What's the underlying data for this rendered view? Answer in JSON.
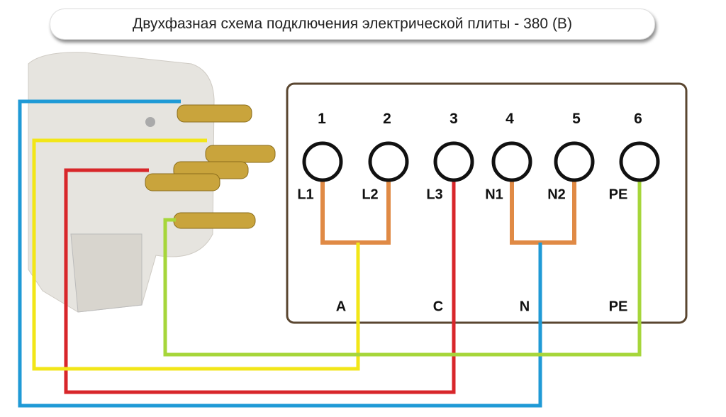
{
  "title": "Двухфазная схема подключения электрической плиты - 380 (В)",
  "terminals": [
    {
      "number": "1",
      "label": "L1"
    },
    {
      "number": "2",
      "label": "L2"
    },
    {
      "number": "3",
      "label": "L3"
    },
    {
      "number": "4",
      "label": "N1"
    },
    {
      "number": "5",
      "label": "N2"
    },
    {
      "number": "6",
      "label": "PE"
    }
  ],
  "supply_labels": [
    "A",
    "C",
    "N",
    "PE"
  ],
  "colors": {
    "phase_a": "#f2e618",
    "phase_c": "#d8262a",
    "neutral": "#1f9ad6",
    "earth": "#a6d63a",
    "jumper": "#e08a45",
    "box": "#5a4630"
  }
}
